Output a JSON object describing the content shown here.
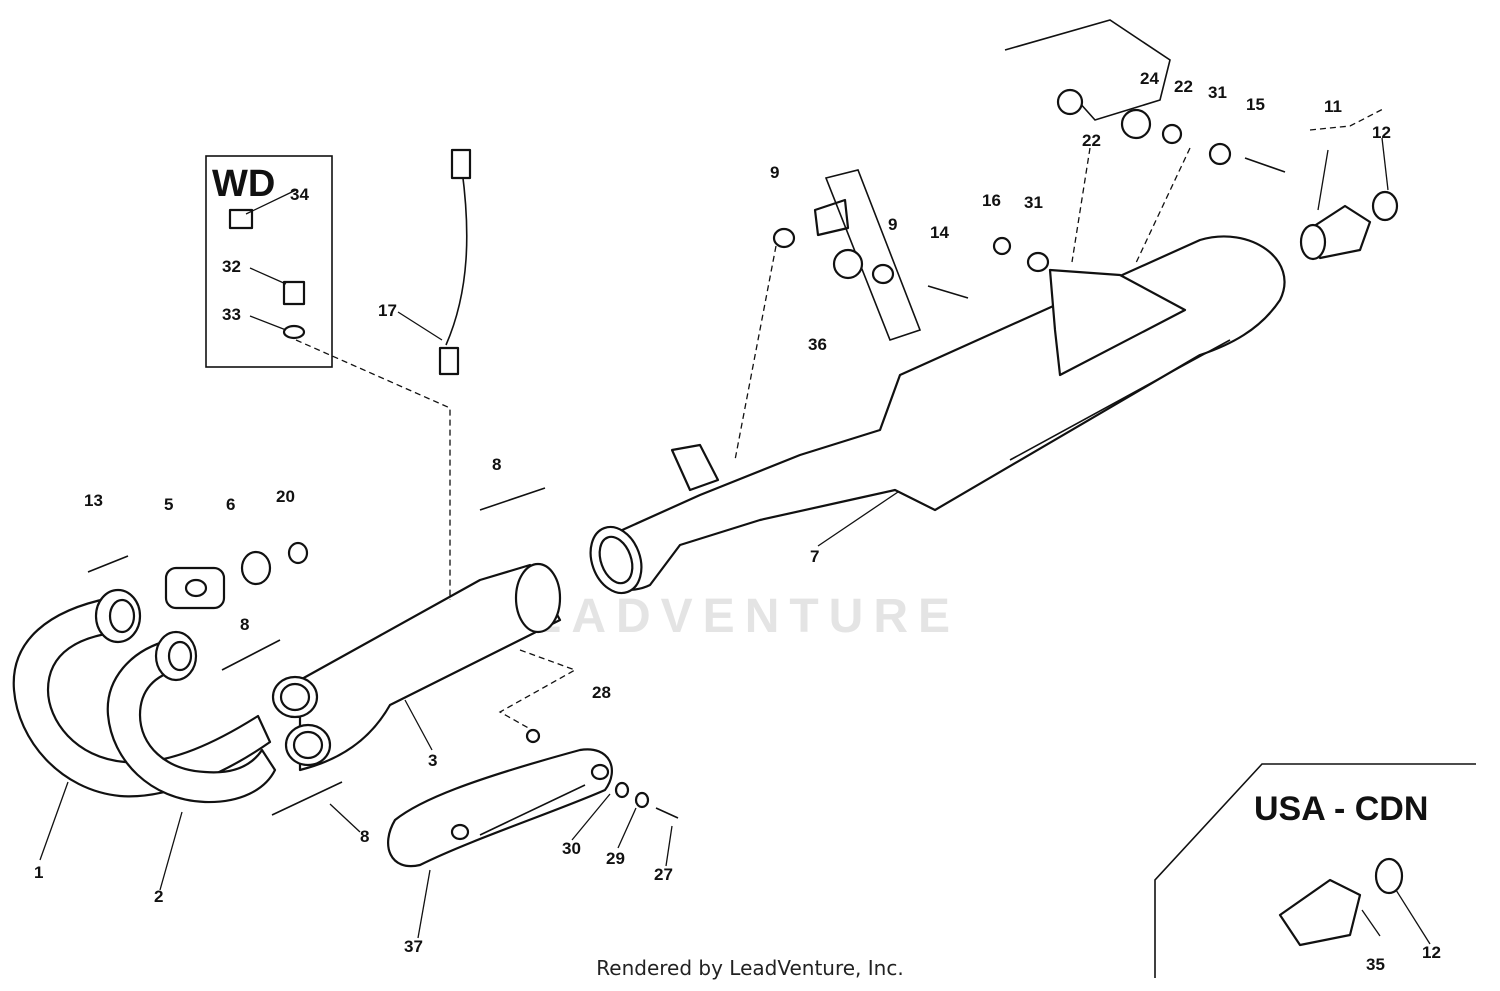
{
  "boxes": {
    "wd": {
      "title": "WD"
    },
    "usa_cdn": {
      "title": "USA - CDN"
    }
  },
  "watermark": "LEADVENTURE",
  "credit": "Rendered by LeadVenture, Inc.",
  "callouts": [
    {
      "id": "c1",
      "text": "1"
    },
    {
      "id": "c2",
      "text": "2"
    },
    {
      "id": "c3",
      "text": "3"
    },
    {
      "id": "c5",
      "text": "5"
    },
    {
      "id": "c6",
      "text": "6"
    },
    {
      "id": "c7",
      "text": "7"
    },
    {
      "id": "c8a",
      "text": "8"
    },
    {
      "id": "c8b",
      "text": "8"
    },
    {
      "id": "c8c",
      "text": "8"
    },
    {
      "id": "c9a",
      "text": "9"
    },
    {
      "id": "c9b",
      "text": "9"
    },
    {
      "id": "c11",
      "text": "11"
    },
    {
      "id": "c12a",
      "text": "12"
    },
    {
      "id": "c12b",
      "text": "12"
    },
    {
      "id": "c13",
      "text": "13"
    },
    {
      "id": "c14",
      "text": "14"
    },
    {
      "id": "c15",
      "text": "15"
    },
    {
      "id": "c16",
      "text": "16"
    },
    {
      "id": "c17",
      "text": "17"
    },
    {
      "id": "c20",
      "text": "20"
    },
    {
      "id": "c22a",
      "text": "22"
    },
    {
      "id": "c22b",
      "text": "22"
    },
    {
      "id": "c24",
      "text": "24"
    },
    {
      "id": "c27",
      "text": "27"
    },
    {
      "id": "c28",
      "text": "28"
    },
    {
      "id": "c29",
      "text": "29"
    },
    {
      "id": "c30",
      "text": "30"
    },
    {
      "id": "c31a",
      "text": "31"
    },
    {
      "id": "c31b",
      "text": "31"
    },
    {
      "id": "c32",
      "text": "32"
    },
    {
      "id": "c33",
      "text": "33"
    },
    {
      "id": "c34",
      "text": "34"
    },
    {
      "id": "c35",
      "text": "35"
    },
    {
      "id": "c36",
      "text": "36"
    },
    {
      "id": "c37",
      "text": "37"
    }
  ]
}
